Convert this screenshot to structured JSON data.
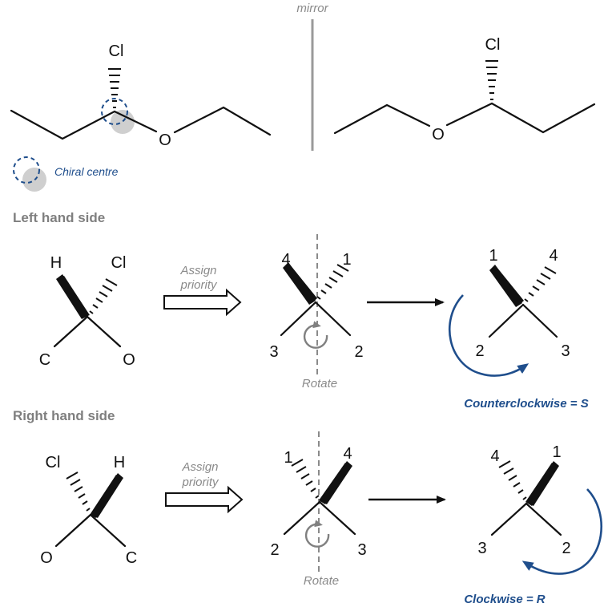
{
  "top": {
    "mirror_label": "mirror",
    "left_atoms": {
      "cl": "Cl",
      "o": "O"
    },
    "right_atoms": {
      "cl": "Cl",
      "o": "O"
    },
    "legend_label": "Chiral centre"
  },
  "left_section": {
    "title": "Left hand side",
    "molecule": {
      "h": "H",
      "cl": "Cl",
      "c": "C",
      "o": "O"
    },
    "assign_line1": "Assign",
    "assign_line2": "priority",
    "priorities": {
      "p4": "4",
      "p1": "1",
      "p3": "3",
      "p2": "2"
    },
    "rotate_label": "Rotate",
    "rotated": {
      "p1": "1",
      "p4": "4",
      "p2": "2",
      "p3": "3"
    },
    "result": "Counterclockwise = S"
  },
  "right_section": {
    "title": "Right hand side",
    "molecule": {
      "cl": "Cl",
      "h": "H",
      "o": "O",
      "c": "C"
    },
    "assign_line1": "Assign",
    "assign_line2": "priority",
    "priorities": {
      "p1": "1",
      "p4": "4",
      "p2": "2",
      "p3": "3"
    },
    "rotate_label": "Rotate",
    "rotated": {
      "p4": "4",
      "p1": "1",
      "p3": "3",
      "p2": "2"
    },
    "result": "Clockwise = R"
  },
  "colors": {
    "accent_blue": "#1f4e8c",
    "gray": "#8a8a8a",
    "highlight": "#cfcfcf"
  }
}
